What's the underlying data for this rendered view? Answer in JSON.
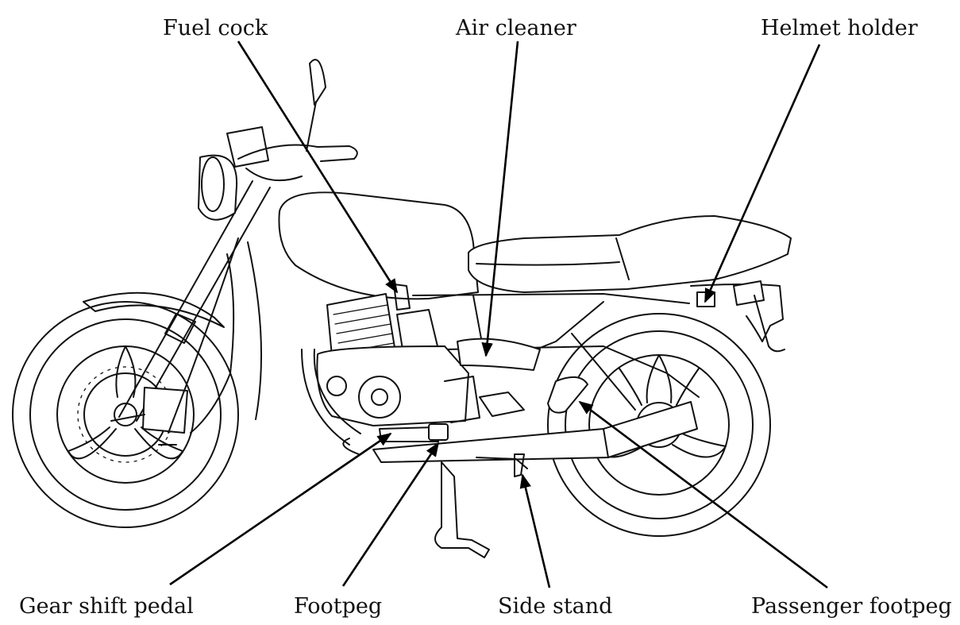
{
  "labels": {
    "fuel_cock": "Fuel cock",
    "air_cleaner": "Air cleaner",
    "helmet_holder": "Helmet holder",
    "gear_shift_pedal": "Gear shift pedal",
    "footpeg": "Footpeg",
    "side_stand": "Side stand",
    "passenger_footpeg": "Passenger footpeg"
  },
  "colors": {
    "line": "#111111",
    "background": "#ffffff"
  }
}
